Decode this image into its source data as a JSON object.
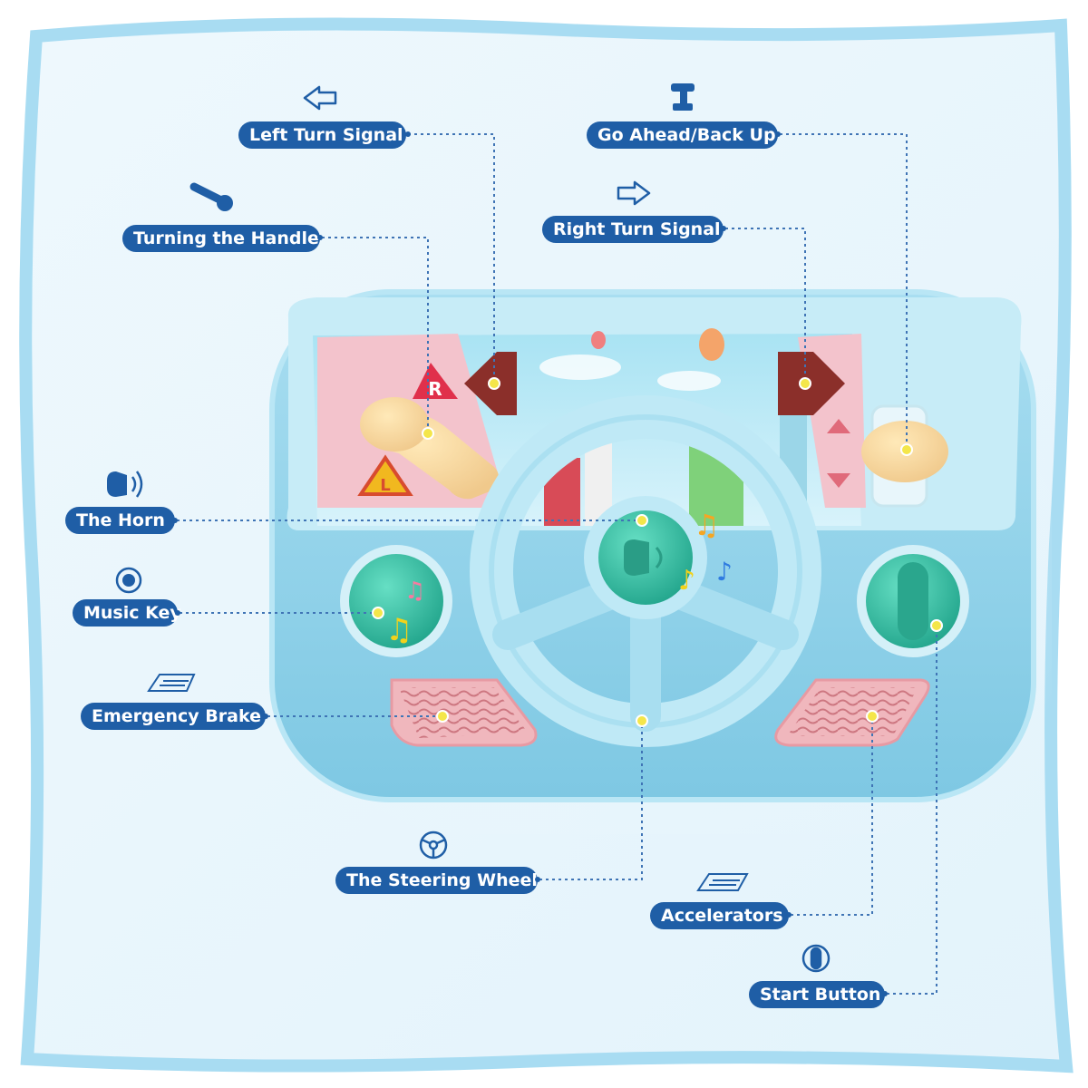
{
  "callouts": [
    {
      "id": "left-turn-signal",
      "label": "Left Turn Signal",
      "icon": "left-arrow-outline-icon"
    },
    {
      "id": "go-ahead-back-up",
      "label": "Go Ahead/Back Up",
      "icon": "gear-lever-icon"
    },
    {
      "id": "turning-the-handle",
      "label": "Turning the Handle",
      "icon": "handle-lever-icon"
    },
    {
      "id": "right-turn-signal",
      "label": "Right Turn Signal",
      "icon": "right-arrow-outline-icon"
    },
    {
      "id": "the-horn",
      "label": "The Horn",
      "icon": "horn-sound-icon"
    },
    {
      "id": "music-key",
      "label": "Music Key",
      "icon": "music-key-circle-icon"
    },
    {
      "id": "emergency-brake",
      "label": "Emergency Brake",
      "icon": "pedal-outline-icon"
    },
    {
      "id": "the-steering-wheel",
      "label": "The Steering Wheel",
      "icon": "steering-wheel-icon"
    },
    {
      "id": "accelerators",
      "label": "Accelerators",
      "icon": "pedal-outline-icon"
    },
    {
      "id": "start-button",
      "label": "Start Button",
      "icon": "start-knob-icon"
    }
  ],
  "toy": {
    "left_sign_letter": "R",
    "lower_sign_letter": "L"
  },
  "colors": {
    "label_bg": "#1f5ea6",
    "toy_blue": "#8fd3ea",
    "paper_edge": "#a8dcf2",
    "indicator_yellow": "#f4e64a",
    "arrow_red": "#8b2f2a",
    "button_teal": "#3cc4a8",
    "pedal_pink": "#e8a1a8"
  }
}
